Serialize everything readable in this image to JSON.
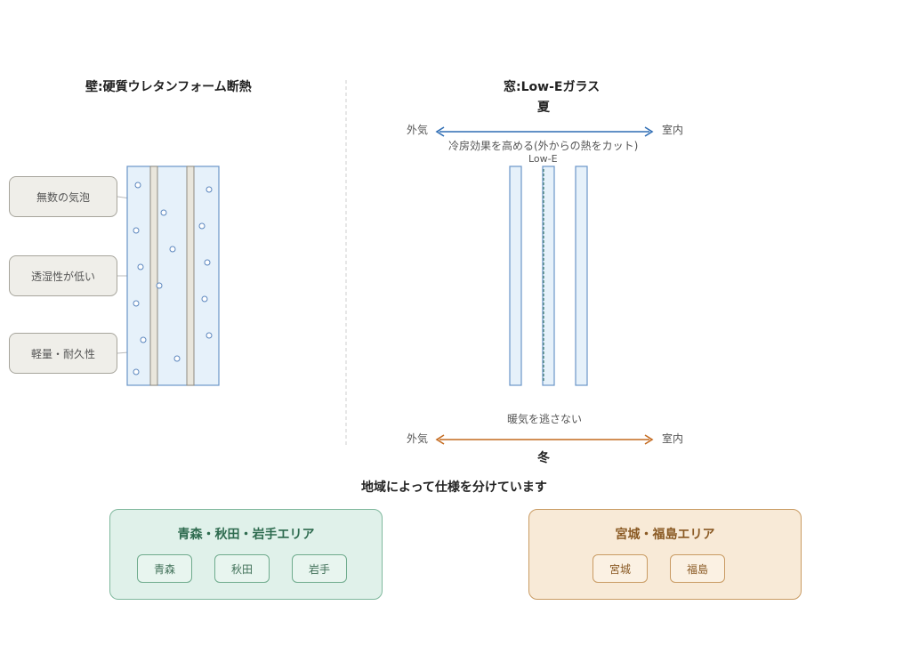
{
  "wall": {
    "title": "壁:硬質ウレタンフォーム断熱",
    "labels": [
      "無数の気泡",
      "透湿性が低い",
      "軽量・耐久性"
    ]
  },
  "window": {
    "title": "窓:Low-Eガラス",
    "summer": {
      "season": "夏",
      "outside": "外気",
      "inside": "室内",
      "note": "冷房効果を高める(外からの熱をカット)",
      "lowe": "Low-E",
      "arrow_color": "#2f6db4"
    },
    "winter": {
      "season": "冬",
      "outside": "外気",
      "inside": "室内",
      "note": "暖気を逃さない",
      "arrow_color": "#c46a1f"
    }
  },
  "regions": {
    "heading": "地域によって仕様を分けています",
    "north": {
      "title": "青森・秋田・岩手エリア",
      "items": [
        "青森",
        "秋田",
        "岩手"
      ],
      "color": "#2e6b4f"
    },
    "south": {
      "title": "宮城・福島エリア",
      "items": [
        "宮城",
        "福島"
      ],
      "color": "#8a5a24"
    }
  }
}
